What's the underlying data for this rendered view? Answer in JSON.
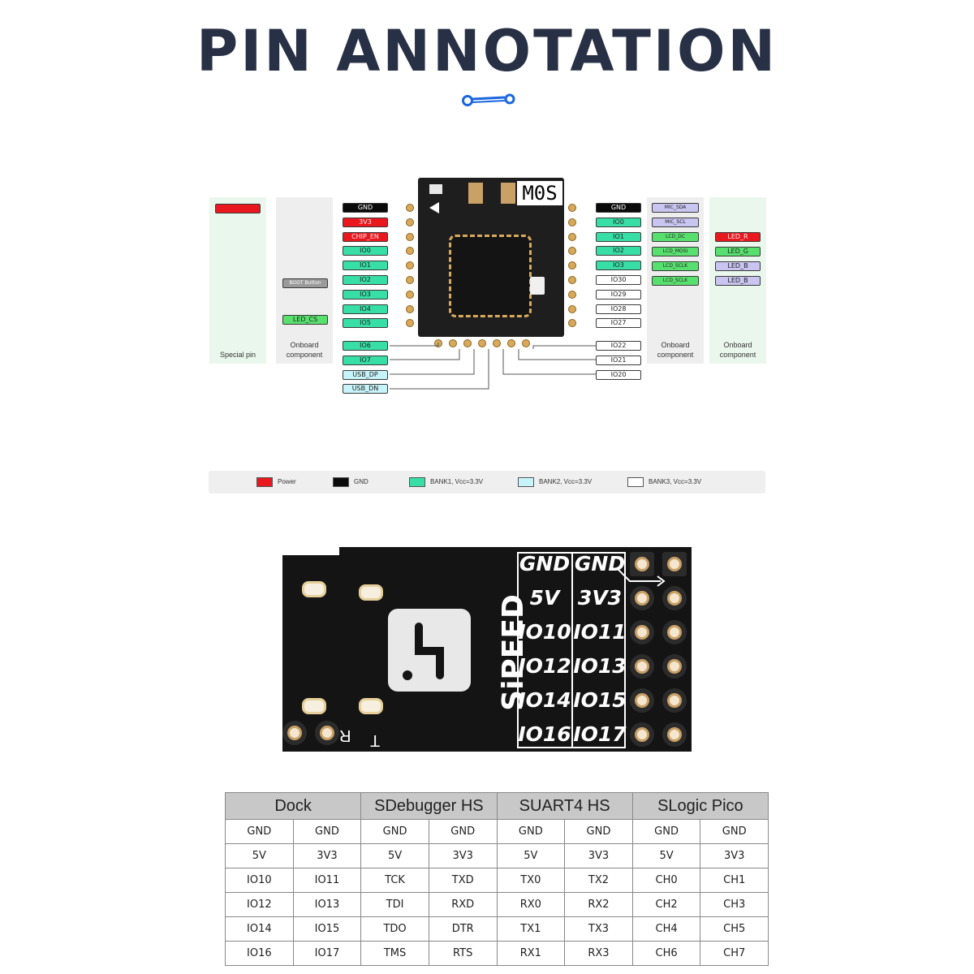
{
  "title": "PIN ANNOTATION",
  "module": {
    "name": "M0S",
    "left_pins": [
      {
        "label": "GND",
        "color": "gnd"
      },
      {
        "label": "3V3",
        "color": "power"
      },
      {
        "label": "CHIP_EN",
        "color": "power"
      },
      {
        "label": "IO0",
        "color": "b1"
      },
      {
        "label": "IO1",
        "color": "b1"
      },
      {
        "label": "IO2",
        "color": "b1"
      },
      {
        "label": "IO3",
        "color": "b1"
      },
      {
        "label": "IO4",
        "color": "b1"
      },
      {
        "label": "IO5",
        "color": "b1"
      }
    ],
    "bottom_left_pins": [
      {
        "label": "IO6",
        "color": "b1"
      },
      {
        "label": "IO7",
        "color": "b1"
      },
      {
        "label": "USB_DP",
        "color": "b2"
      },
      {
        "label": "USB_DN",
        "color": "b2"
      }
    ],
    "right_pins": [
      {
        "label": "GND",
        "color": "gnd"
      },
      {
        "label": "IO0",
        "color": "b1"
      },
      {
        "label": "IO1",
        "color": "b1"
      },
      {
        "label": "IO2",
        "color": "b1"
      },
      {
        "label": "IO3",
        "color": "b1"
      },
      {
        "label": "IO30",
        "color": "b3"
      },
      {
        "label": "IO29",
        "color": "b3"
      },
      {
        "label": "IO28",
        "color": "b3"
      },
      {
        "label": "IO27",
        "color": "b3"
      }
    ],
    "bottom_right_pins": [
      {
        "label": "IO22",
        "color": "b3"
      },
      {
        "label": "IO21",
        "color": "b3"
      },
      {
        "label": "IO20",
        "color": "b3"
      }
    ],
    "special_pin": {
      "label": "",
      "caption": "Special pin"
    },
    "onboard_left": {
      "items": [
        "BOOT Button",
        "LED_CS"
      ],
      "caption": "Onboard component"
    },
    "onboard_right1": {
      "items": [
        "MIC_SDA",
        "MIC_SCL",
        "LCD_DC",
        "LCD_MOSI",
        "LCD_SCLK",
        "LCD_SCLK"
      ],
      "caption": "Onboard component"
    },
    "onboard_right2": {
      "items": [
        "LED_R",
        "LED_G",
        "LED_B",
        "LED_B"
      ],
      "caption": "Onboard component"
    }
  },
  "legend": [
    {
      "label": "Power",
      "color": "#e8181e"
    },
    {
      "label": "GND",
      "color": "#0a0a0a"
    },
    {
      "label": "BANK1, Vcc=3.3V",
      "color": "#37dea6"
    },
    {
      "label": "BANK2, Vcc=3.3V",
      "color": "#c7f4fa"
    },
    {
      "label": "BANK3, Vcc=3.3V",
      "color": "#ffffff"
    }
  ],
  "board": {
    "brand": "SiPEED",
    "header_left": [
      "GND",
      "5V",
      "IO10",
      "IO12",
      "IO14",
      "IO16"
    ],
    "header_right": [
      "GND",
      "3V3",
      "IO11",
      "IO13",
      "IO15",
      "IO17"
    ],
    "silk_t": "T",
    "silk_r": "R"
  },
  "table": {
    "headers": [
      "Dock",
      "SDebugger HS",
      "SUART4 HS",
      "SLogic Pico"
    ],
    "rows": [
      [
        "GND",
        "GND",
        "GND",
        "GND",
        "GND",
        "GND",
        "GND",
        "GND"
      ],
      [
        "5V",
        "3V3",
        "5V",
        "3V3",
        "5V",
        "3V3",
        "5V",
        "3V3"
      ],
      [
        "IO10",
        "IO11",
        "TCK",
        "TXD",
        "TX0",
        "TX2",
        "CH0",
        "CH1"
      ],
      [
        "IO12",
        "IO13",
        "TDI",
        "RXD",
        "RX0",
        "RX2",
        "CH2",
        "CH3"
      ],
      [
        "IO14",
        "IO15",
        "TDO",
        "DTR",
        "TX1",
        "TX3",
        "CH4",
        "CH5"
      ],
      [
        "IO16",
        "IO17",
        "TMS",
        "RTS",
        "RX1",
        "RX3",
        "CH6",
        "CH7"
      ]
    ]
  }
}
